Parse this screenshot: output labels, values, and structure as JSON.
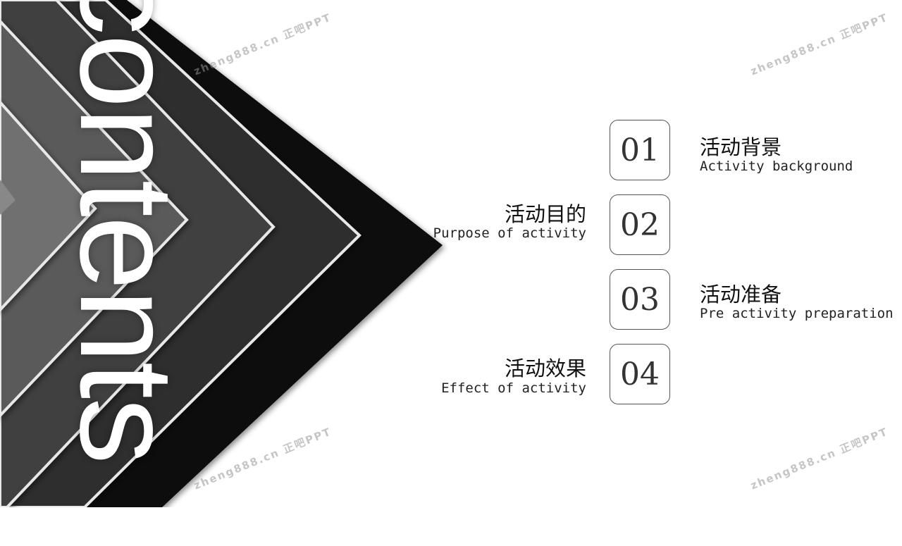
{
  "heading": {
    "word": "contents"
  },
  "watermarks": [
    "zheng888.cn 正吧PPT",
    "zheng888.cn 正吧PPT",
    "zheng888.cn 正吧PPT",
    "zheng888.cn 正吧PPT"
  ],
  "items": [
    {
      "number": "01",
      "title": "活动背景",
      "subtitle": "Activity background"
    },
    {
      "number": "02",
      "title": "活动目的",
      "subtitle": "Purpose of activity"
    },
    {
      "number": "03",
      "title": "活动准备",
      "subtitle": "Pre activity preparation"
    },
    {
      "number": "04",
      "title": "活动效果",
      "subtitle": "Effect of activity"
    }
  ],
  "colors": {
    "band_outer": "#111111",
    "band_2": "#2e2e2e",
    "band_3": "#3f3f3f",
    "band_4": "#5a5a5a",
    "band_5": "#707070",
    "band_inner": "#888888",
    "separator": "#e8e8e8"
  }
}
